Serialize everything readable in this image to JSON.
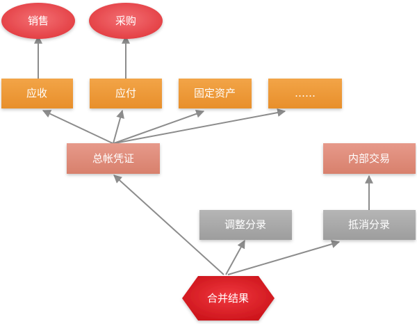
{
  "nodes": {
    "sales": "销售",
    "purchase": "采购",
    "receivable": "应收",
    "payable": "应付",
    "fixed_assets": "固定资产",
    "more": "……",
    "general_ledger_voucher": "总帐凭证",
    "internal_trade": "内部交易",
    "adjusting_entry": "调整分录",
    "elimination_entry": "抵消分录",
    "consolidation_result": "合并结果"
  },
  "colors": {
    "ellipse_red": "#e8454a",
    "orange": "#ee9a35",
    "salmon": "#de8a75",
    "gray": "#a7a7a7",
    "hexagon_red": "#d81e25",
    "arrow": "#8c8c8c"
  }
}
